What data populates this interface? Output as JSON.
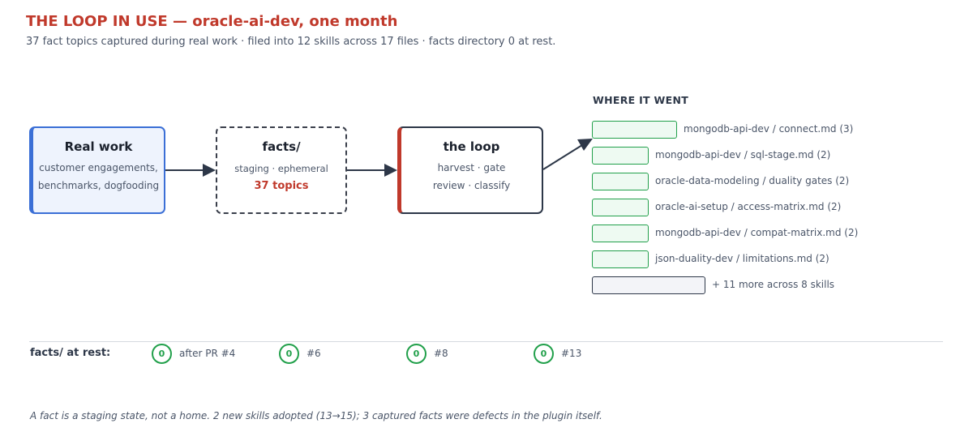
{
  "header": {
    "title": "THE LOOP IN USE — oracle-ai-dev, one month",
    "subtitle": "37 fact topics captured during real work · filed into 12 skills across 17 files · facts directory 0 at rest."
  },
  "flow": {
    "real_work": {
      "title": "Real work",
      "line1": "customer engagements,",
      "line2": "benchmarks, dogfooding"
    },
    "facts": {
      "title": "facts/",
      "line1": "staging · ephemeral",
      "count": "37 topics"
    },
    "loop": {
      "title": "the loop",
      "line1": "harvest · gate",
      "line2": "review · classify"
    }
  },
  "where_it_went": {
    "heading": "WHERE IT WENT",
    "items": [
      {
        "label": "mongodb-api-dev / connect.md (3)",
        "count": 3
      },
      {
        "label": "mongodb-api-dev / sql-stage.md (2)",
        "count": 2
      },
      {
        "label": "oracle-data-modeling / duality gates (2)",
        "count": 2
      },
      {
        "label": "oracle-ai-setup / access-matrix.md (2)",
        "count": 2
      },
      {
        "label": "mongodb-api-dev / compat-matrix.md (2)",
        "count": 2
      },
      {
        "label": "json-duality-dev / limitations.md (2)",
        "count": 2
      }
    ],
    "more": {
      "label": "+ 11 more across 8 skills",
      "count": 11
    }
  },
  "at_rest": {
    "label": "facts/ at rest:",
    "checkpoints": [
      {
        "value": "0",
        "label": "after PR #4"
      },
      {
        "value": "0",
        "label": "#6"
      },
      {
        "value": "0",
        "label": "#8"
      },
      {
        "value": "0",
        "label": "#13"
      }
    ]
  },
  "footnote": "A fact is a staging state, not a home. 2 new skills adopted (13→15); 3 captured facts were defects in the plugin itself.",
  "colors": {
    "accent_red": "#c0392b",
    "green": "#22a04b",
    "blue": "#3b6fd6",
    "dark": "#2d3748"
  }
}
